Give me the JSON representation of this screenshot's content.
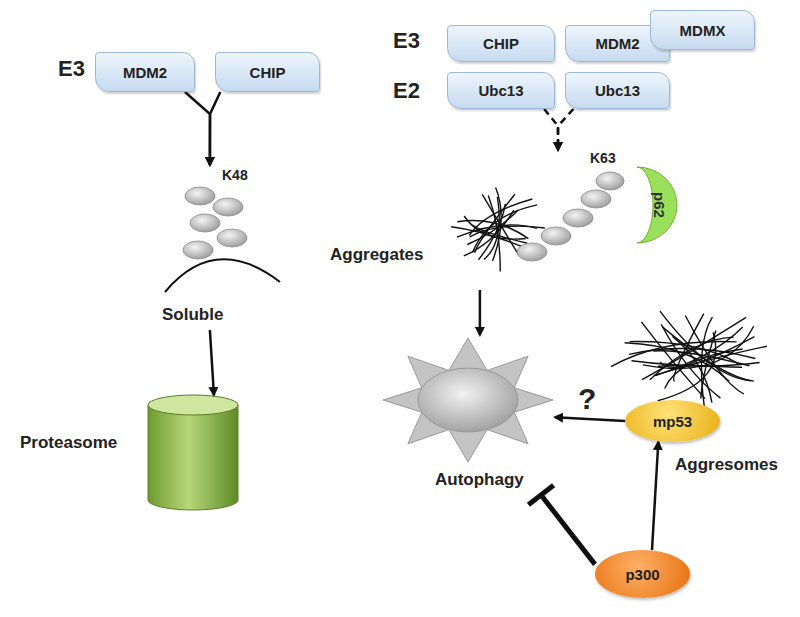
{
  "diagram": {
    "nodes": [
      {
        "text": [
          "MDM2"
        ]
      },
      {
        "text": [
          "CHIP"
        ]
      },
      {
        "text": [
          "CHIP"
        ]
      },
      {
        "text": [
          "MDM2"
        ]
      },
      {
        "text": [
          "MDMX"
        ]
      },
      {
        "text": [
          "Ubc13"
        ]
      },
      {
        "text": [
          "Ubc13"
        ]
      },
      {
        "text": [
          "K48",
          "Soluble"
        ]
      },
      {
        "text": [
          "K63",
          "Aggregates"
        ]
      },
      {
        "text": [
          "p62"
        ]
      },
      {
        "text": [
          "Proteasome"
        ]
      },
      {
        "text": [
          "mp53"
        ]
      },
      {
        "text": [
          "Autophagy"
        ]
      },
      {
        "text": [
          "p300"
        ]
      }
    ],
    "edges": [
      {
        "from": 0,
        "to": 7,
        "arrow": "to"
      },
      {
        "from": 1,
        "to": 7,
        "arrow": "to"
      },
      {
        "from": 5,
        "to": 8,
        "arrow": "to"
      },
      {
        "from": 6,
        "to": 8,
        "arrow": "to"
      },
      {
        "from": 7,
        "to": 10,
        "arrow": "to"
      },
      {
        "from": 8,
        "to": 12,
        "arrow": "to"
      },
      {
        "from": 11,
        "to": 12,
        "arrow": "to"
      },
      {
        "from": 13,
        "to": 12,
        "arrow": "to"
      },
      {
        "from": 13,
        "to": 11,
        "arrow": "to"
      }
    ],
    "labels": [
      "E3",
      "E3",
      "E2",
      "?",
      "Aggresomes"
    ]
  }
}
